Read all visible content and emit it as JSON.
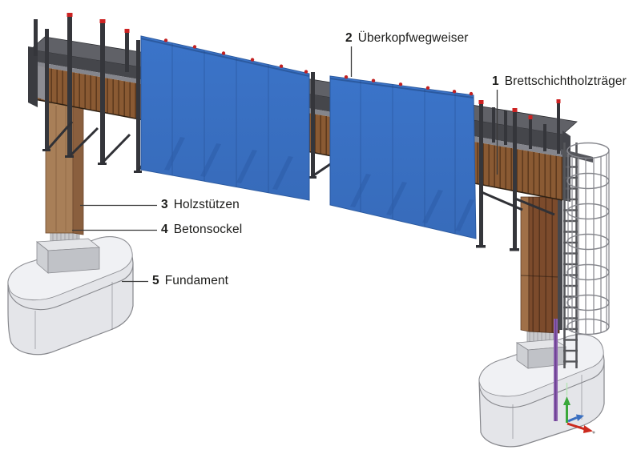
{
  "illustration": {
    "labels": [
      {
        "num": "1",
        "text": "Brettschichtholzträger"
      },
      {
        "num": "2",
        "text": "Überkopfwegweiser"
      },
      {
        "num": "3",
        "text": "Holzstützen"
      },
      {
        "num": "4",
        "text": "Betonsockel"
      },
      {
        "num": "5",
        "text": "Fundament"
      }
    ],
    "colors": {
      "sign_panel_blue": "#3a70c4",
      "glulam_beam_brown": "#8a5a33",
      "timber_column_light": "#a87f58",
      "timber_column_dark": "#7c4b2c",
      "steel_dark": "#3f4045",
      "steel_mid": "#84858c",
      "concrete_gray": "#cdced2",
      "foundation_translucent": "#e1e2e6",
      "anchor_rod_purple": "#8b5fae",
      "axis_x_red": "#cc2a1e",
      "axis_y_blue": "#3a6fc0",
      "axis_z_green": "#3aa83a",
      "mount_marker_red": "#cc2222"
    }
  }
}
